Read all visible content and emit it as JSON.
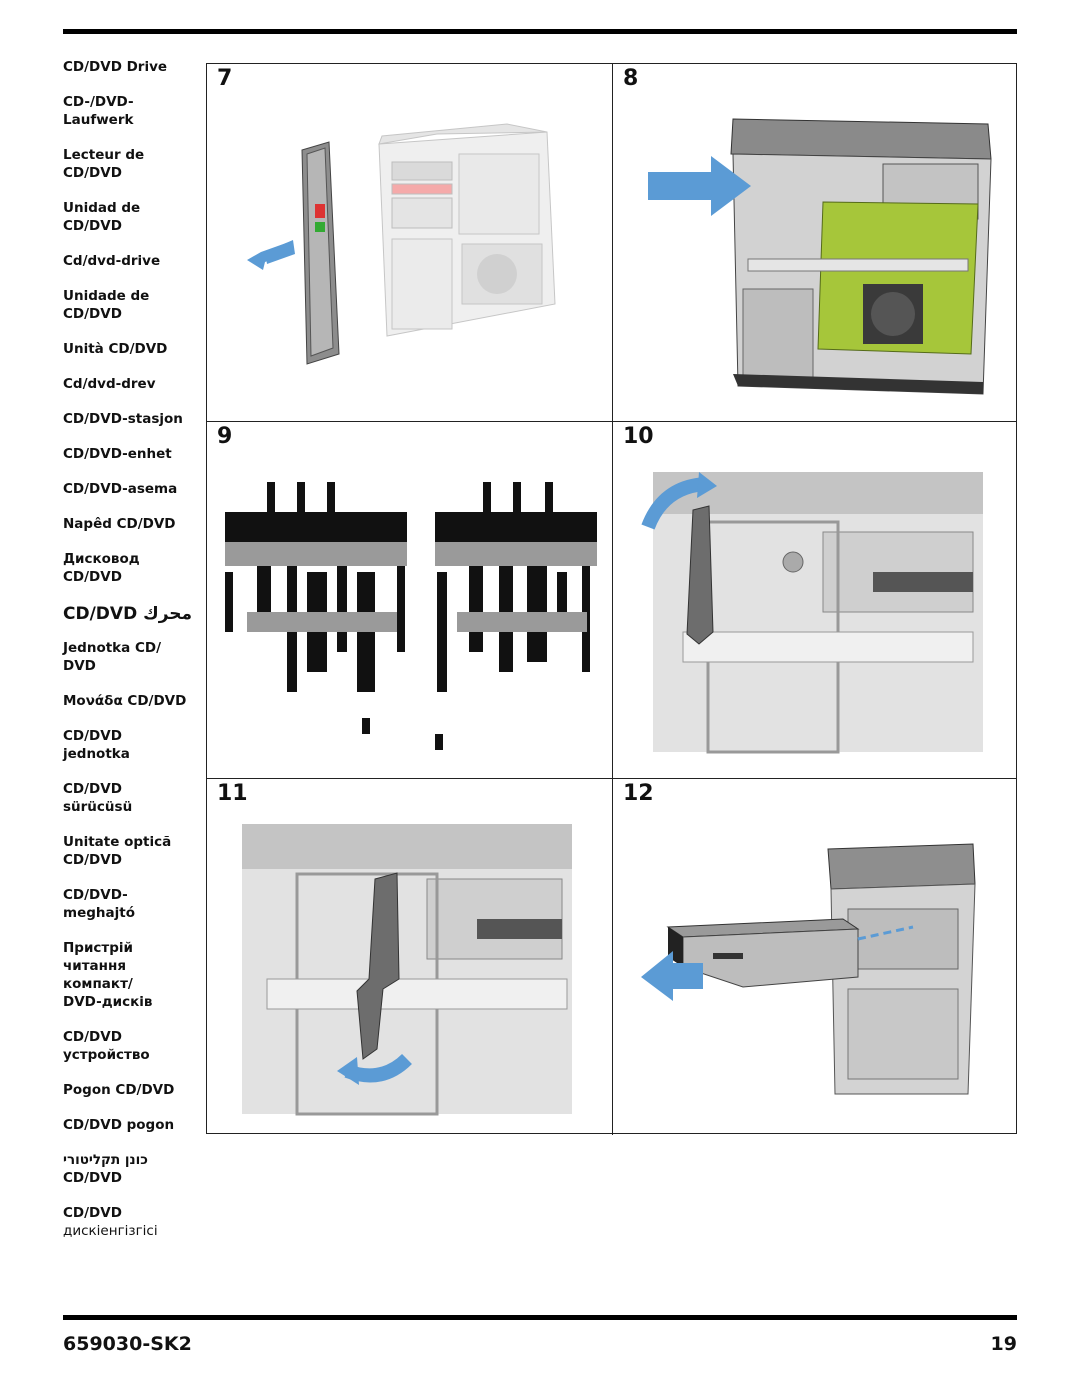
{
  "languages": [
    "CD/DVD Drive",
    "CD-/DVD-\nLaufwerk",
    "Lecteur de\nCD/DVD",
    "Unidad de\nCD/DVD",
    "Cd/dvd-drive",
    "Unidade de\nCD/DVD",
    "Unità CD/DVD",
    "Cd/dvd-drev",
    "CD/DVD-stasjon",
    "CD/DVD-enhet",
    "CD/DVD-asema",
    "Napêd CD/DVD",
    "Дисковод\nCD/DVD",
    "CD/DVD محرك",
    "Jednotka CD/\nDVD",
    "Μονάδα CD/DVD",
    "CD/DVD\njednotka",
    "CD/DVD\nsürücüsü",
    "Unitate opticã\nCD/DVD",
    "CD/DVD-\nmeghajtó",
    "Пристрій\nчитання\nкомпакт/\nDVD-дисків",
    "CD/DVD\nустройство",
    "Pogon CD/DVD",
    "CD/DVD pogon",
    "כונן תקליטורי\nCD/DVD",
    "CD/DVD",
    "дискіенгізгісі"
  ],
  "steps": [
    "7",
    "8",
    "9",
    "10",
    "11",
    "12"
  ],
  "footer": {
    "part_number": "659030-SK2",
    "page_number": "19"
  },
  "colors": {
    "arrow_blue": "#5b9bd5",
    "board_green": "#a6c63a",
    "chassis_gray": "#c8c8c8"
  }
}
